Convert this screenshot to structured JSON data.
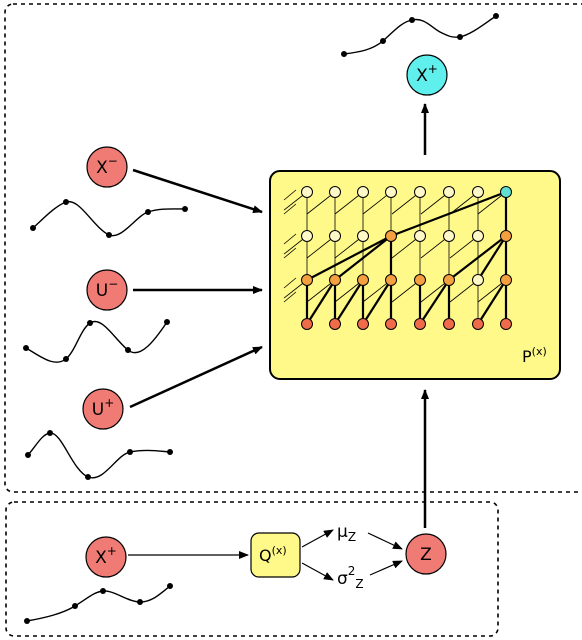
{
  "nodes": {
    "x_minus": {
      "label": "X",
      "sup": "−",
      "fill": "#f07b74"
    },
    "u_minus": {
      "label": "U",
      "sup": "−",
      "fill": "#f07b74"
    },
    "u_plus": {
      "label": "U",
      "sup": "+",
      "fill": "#f07b74"
    },
    "x_plus_out": {
      "label": "X",
      "sup": "+",
      "fill": "#5ff0ee"
    },
    "x_plus_in": {
      "label": "X",
      "sup": "+",
      "fill": "#f07b74"
    },
    "z": {
      "label": "Z",
      "fill": "#f07b74"
    }
  },
  "encoder": {
    "label": "Q",
    "sup": "(x)",
    "fill": "#fff98a"
  },
  "decoder": {
    "label": "P",
    "sup": "(x)",
    "fill": "#fff98a"
  },
  "latent": {
    "mu": {
      "label": "μ",
      "sub": "Z"
    },
    "sigma": {
      "label": "σ",
      "sup": "2",
      "sub": "Z"
    }
  },
  "colors": {
    "pale_node": "#fff8c8",
    "orange_node": "#f4a040",
    "red_node": "#f06b4a",
    "teal_node": "#5fe0d2",
    "dashed_border": "#000000"
  }
}
